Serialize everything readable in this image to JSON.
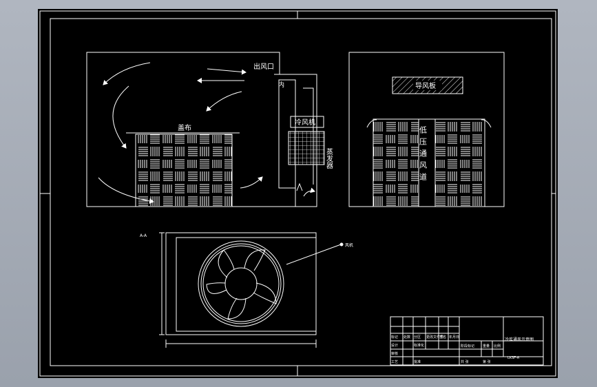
{
  "drawing": {
    "labels": {
      "air_outlet": "出风口",
      "inner_duct": "内",
      "cover_cloth": "盖布",
      "cooler": "冷风机",
      "evaporator": "蒸发器",
      "deflector": "导风板",
      "low_pressure_duct": "低压通风道",
      "section_mark": "A-A",
      "fan_callout": "风机"
    },
    "title_block": {
      "row_labels": [
        "标记",
        "处数",
        "分区",
        "更改文件号",
        "签名",
        "年月日"
      ],
      "approval_labels": [
        "设计",
        "标准化",
        "审核",
        "工艺",
        "批准"
      ],
      "stage_labels": [
        "阶段标记",
        "重量",
        "比例"
      ],
      "sheet_labels": [
        "共 张",
        "第 张"
      ],
      "drawing_title": "冷库通风示意图",
      "drawing_number": "LKSF-A"
    },
    "colors": {
      "background": "#000000",
      "lines": "#ffffff",
      "hatch": "#ffffff"
    }
  }
}
